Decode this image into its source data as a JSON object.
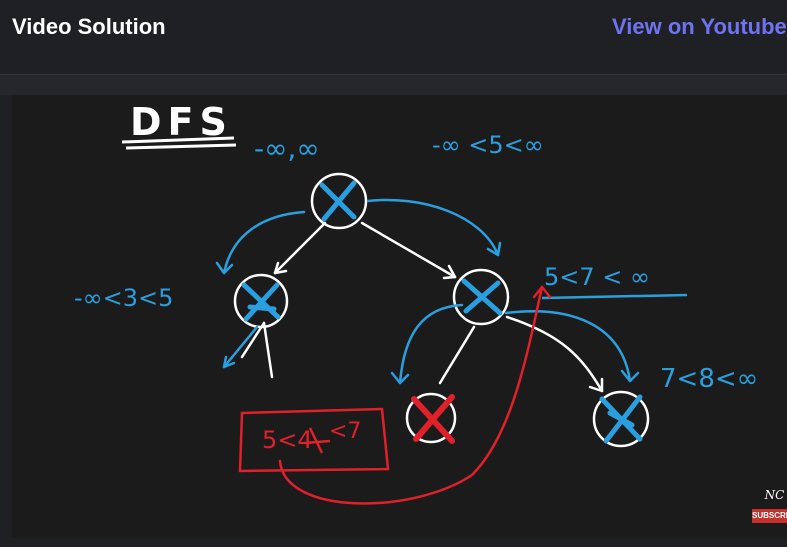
{
  "header": {
    "title": "Video Solution",
    "link_label": "View on Youtube"
  },
  "video": {
    "heading": "DFS",
    "labels": {
      "root_bounds": "-∞,∞",
      "root_compare": "-∞ <5<∞",
      "left_compare": "-∞<3<5",
      "right_compare": "5<7 < ∞",
      "right_right_compare": "7<8<∞",
      "invalid_compare_pre": "5<",
      "invalid_compare_val": "4",
      "invalid_compare_post": "<7"
    },
    "badge": {
      "logo": "NC",
      "subscribe": "SUBSCRIBE"
    },
    "colors": {
      "white": "#ffffff",
      "blue": "#2a9fe0",
      "red": "#e0202a"
    }
  }
}
